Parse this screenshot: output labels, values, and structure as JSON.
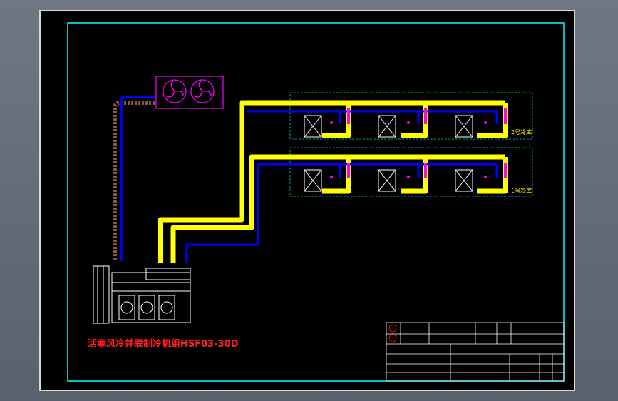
{
  "title": "活塞风冷并联制冷机组HSF03-30D",
  "rooms": {
    "upper": "2号冷库",
    "lower": "1号冷库"
  },
  "colors": {
    "frame": "#00ffff",
    "liquid_line": "#ffff00",
    "suction_line": "#0000ff",
    "discharge_line": "#8b5a3c",
    "title_text": "#ff2020",
    "annotation": "#ff00ff",
    "room_label": "#ffff00",
    "evaporator": "#ffffff"
  }
}
